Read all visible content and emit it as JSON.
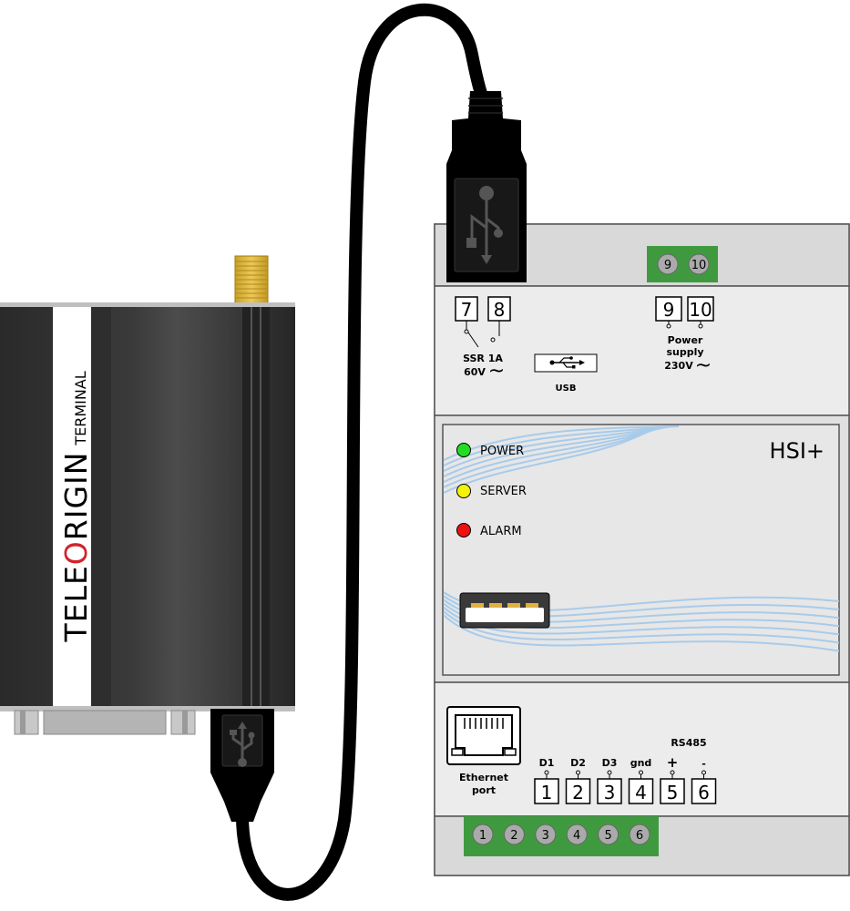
{
  "terminal": {
    "label": "TERMINAL",
    "brand_prefix": "TELE",
    "brand_o": "O",
    "brand_suffix": "RIGIN",
    "brand_o_color": "#d2232a"
  },
  "device": {
    "model": "HSI+",
    "top_connector_pins": [
      "9",
      "10"
    ],
    "relay_pins": [
      "7",
      "8"
    ],
    "relay_label_line1": "SSR 1A",
    "relay_label_line2": "60V",
    "usb_label": "USB",
    "power_pins": [
      "9",
      "10"
    ],
    "power_label_line1": "Power",
    "power_label_line2": "supply",
    "power_label_line3": "230V",
    "tilde_symbol": "~",
    "leds": [
      {
        "label": "POWER",
        "color": "#22dd22"
      },
      {
        "label": "SERVER",
        "color": "#f2f20a"
      },
      {
        "label": "ALARM",
        "color": "#ee1111"
      }
    ],
    "ethernet_label_line1": "Ethernet",
    "ethernet_label_line2": "port",
    "rs485_label": "RS485",
    "signal_labels": [
      "D1",
      "D2",
      "D3",
      "gnd",
      "+",
      "-"
    ],
    "signal_pins": [
      "1",
      "2",
      "3",
      "4",
      "5",
      "6"
    ],
    "bottom_connector_pins": [
      "1",
      "2",
      "3",
      "4",
      "5",
      "6"
    ],
    "connector_color": "#3f9a3f",
    "wave_color": "#a8cbea"
  }
}
